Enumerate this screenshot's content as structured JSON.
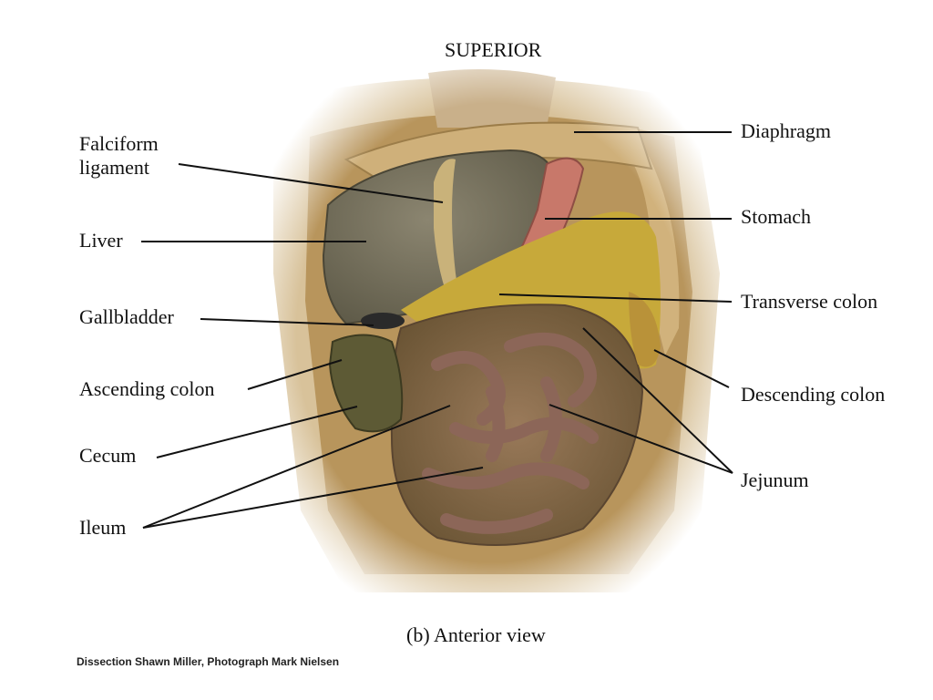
{
  "figure": {
    "orientation_label": "SUPERIOR",
    "view_caption": "(b) Anterior view",
    "credit": "Dissection Shawn Miller, Photograph Mark Nielsen"
  },
  "labels": {
    "falciform_line1": "Falciform",
    "falciform_line2": "ligament",
    "liver": "Liver",
    "gallbladder": "Gallbladder",
    "ascending_colon": "Ascending colon",
    "cecum": "Cecum",
    "ileum": "Ileum",
    "diaphragm": "Diaphragm",
    "stomach": "Stomach",
    "transverse_colon": "Transverse colon",
    "descending_colon": "Descending colon",
    "jejunum": "Jejunum"
  },
  "colors": {
    "background": "#ffffff",
    "leader_line": "#111111",
    "body_wall": "#c9ab72",
    "liver": "#7b7560",
    "intestine": "#8a6a5c",
    "fat": "#c7a93a",
    "stomach": "#c7786a",
    "ascending_colon": "#5d5a35"
  }
}
